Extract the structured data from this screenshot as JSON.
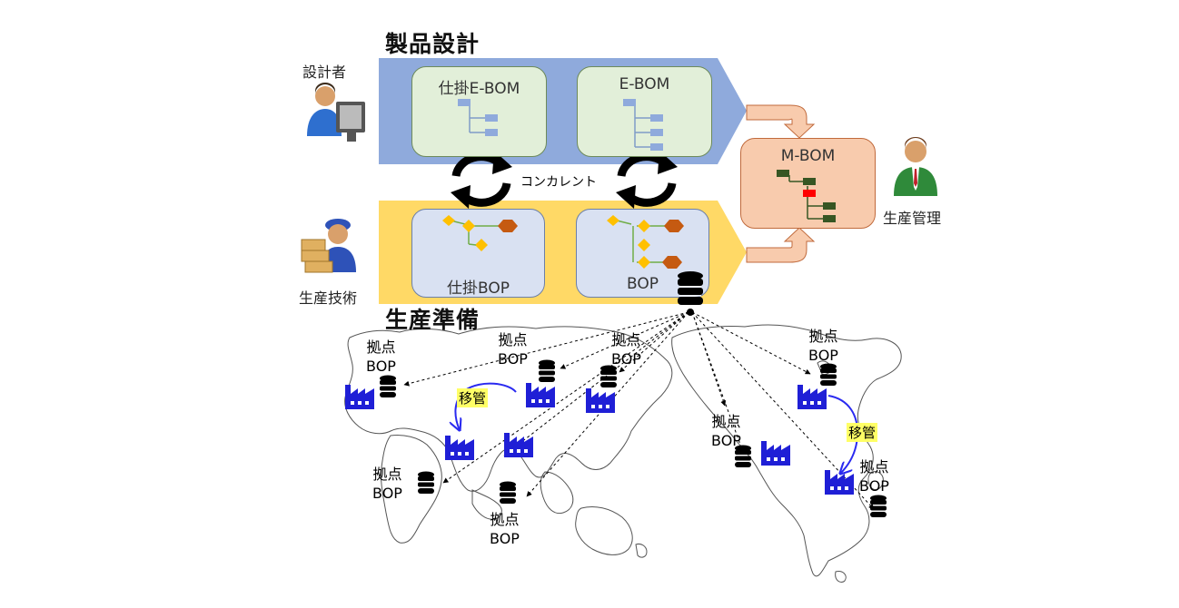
{
  "sections": {
    "design_title": "製品設計",
    "prep_title": "生産準備"
  },
  "roles": {
    "designer": "設計者",
    "production_engineering": "生産技術",
    "production_management": "生産管理"
  },
  "boxes": {
    "wip_ebom": "仕掛E-BOM",
    "ebom": "E-BOM",
    "mbom": "M-BOM",
    "wip_bop": "仕掛BOP",
    "bop": "BOP"
  },
  "concurrent_label": "コンカレント",
  "site_bop": {
    "line1": "拠点",
    "line2": "BOP"
  },
  "transfer_label": "移管",
  "colors": {
    "design_band": "#8faadc",
    "prep_band": "#ffd966",
    "factory": "#1f1fd6",
    "mbom_red_node": "#ff0000"
  }
}
